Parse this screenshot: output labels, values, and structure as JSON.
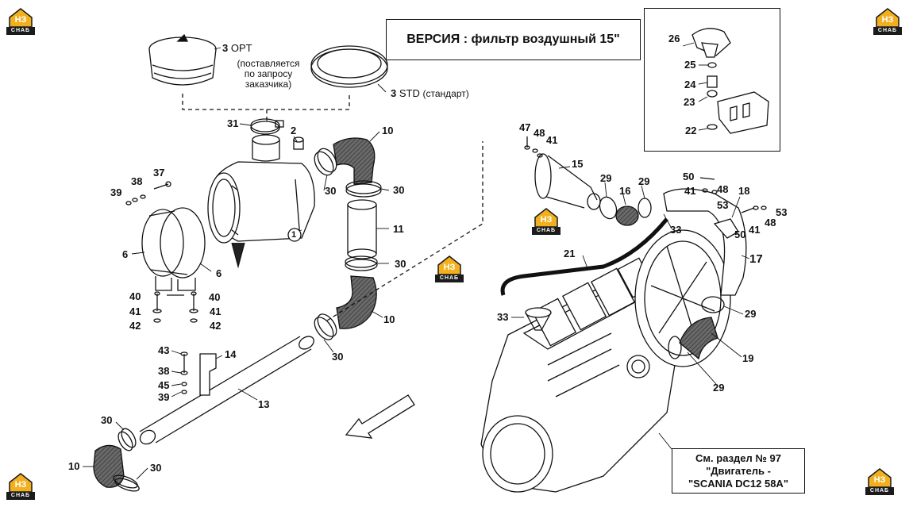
{
  "version_box": {
    "text": "ВЕРСИЯ : фильтр воздушный 15\""
  },
  "reference_box": {
    "line1": "См. раздел № 97",
    "line2": "\"Двигатель -",
    "line3": "\"SCANIA DC12 58A\""
  },
  "variants": {
    "opt": {
      "num": "3",
      "label": "OPT",
      "note1": "(поставляется",
      "note2": "по запросу",
      "note3": "заказчика)"
    },
    "std": {
      "num": "3",
      "label": "STD",
      "note": "(стандарт)"
    }
  },
  "logo": {
    "top": "НЗ",
    "bottom": "СНАБ"
  },
  "colors": {
    "logo_accent": "#f2b01e",
    "line": "#111111",
    "hose_shade": "#555555"
  },
  "callouts": {
    "c1": "1",
    "c2": "2",
    "c6a": "6",
    "c6b": "6",
    "c10a": "10",
    "c10b": "10",
    "c10c": "10",
    "c11": "11",
    "c13": "13",
    "c14": "14",
    "c15": "15",
    "c16": "16",
    "c17": "17",
    "c18": "18",
    "c19": "19",
    "c21": "21",
    "c22": "22",
    "c23": "23",
    "c24": "24",
    "c25": "25",
    "c26": "26",
    "c29a": "29",
    "c29b": "29",
    "c29c": "29",
    "c29d": "29",
    "c30a": "30",
    "c30b": "30",
    "c30c": "30",
    "c30d": "30",
    "c30e": "30",
    "c30f": "30",
    "c31": "31",
    "c33a": "33",
    "c33b": "33",
    "c37": "37",
    "c38a": "38",
    "c38b": "38",
    "c39a": "39",
    "c39b": "39",
    "c40a": "40",
    "c40b": "40",
    "c41a": "41",
    "c41b": "41",
    "c41c": "41",
    "c41d": "41",
    "c41e": "41",
    "c42a": "42",
    "c42b": "42",
    "c43": "43",
    "c45": "45",
    "c47": "47",
    "c48a": "48",
    "c48b": "48",
    "c48c": "48",
    "c50a": "50",
    "c50b": "50",
    "c53a": "53",
    "c53b": "53"
  }
}
